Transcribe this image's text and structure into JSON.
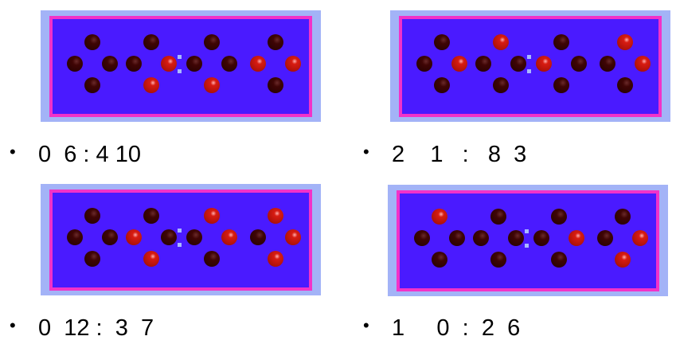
{
  "colors": {
    "frame": "#a3b3f7",
    "border": "#f232c8",
    "field": "#4a1aff",
    "off": "#3f0505",
    "on": "#d81c12",
    "colon": "#a9b9ff"
  },
  "clocks": [
    {
      "label": "0  6 : 4 10",
      "digits": [
        0,
        6,
        4,
        10
      ]
    },
    {
      "label": "2    1   :   8  3",
      "digits": [
        2,
        1,
        8,
        3
      ]
    },
    {
      "label": "0  12 :  3  7",
      "digits": [
        0,
        12,
        3,
        7
      ]
    },
    {
      "label": "1     0  :  2  6",
      "digits": [
        1,
        0,
        2,
        6
      ]
    }
  ],
  "bullet": "•"
}
